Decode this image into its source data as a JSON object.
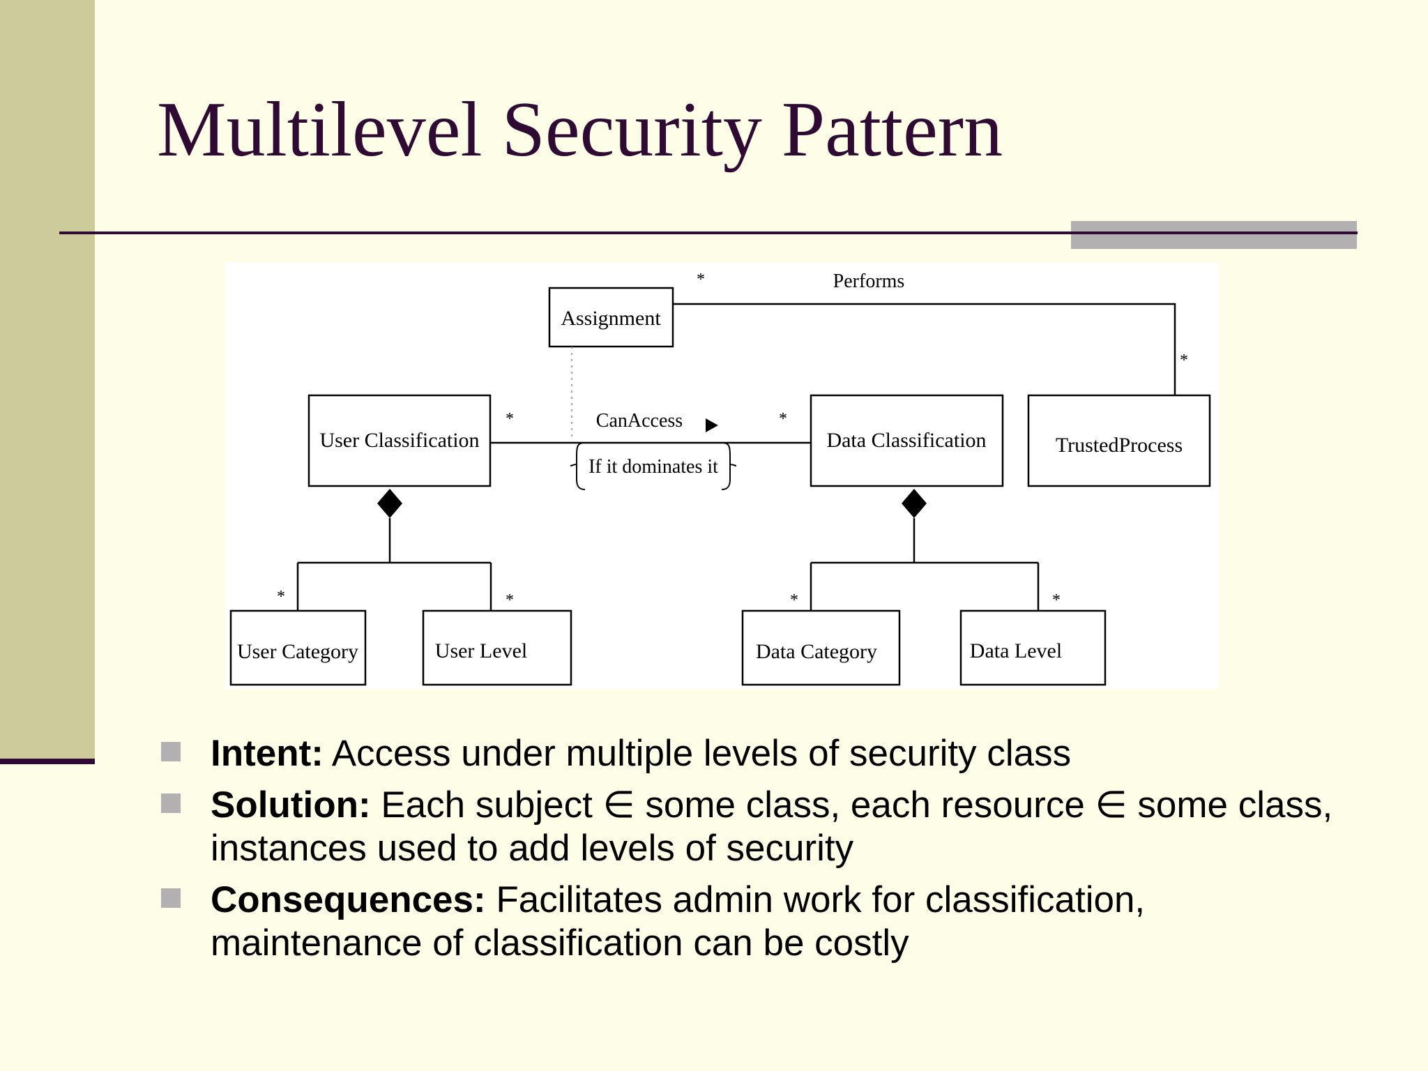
{
  "slide": {
    "title": "Multilevel Security Pattern",
    "colors": {
      "background": "#fefee8",
      "left_band": "#cdcb9b",
      "title_text": "#2f0a33",
      "accent_grey": "#b2b0b0"
    }
  },
  "diagram": {
    "classes": {
      "assignment": "Assignment",
      "user_classification": "User Classification",
      "data_classification": "Data Classification",
      "trusted_process": "TrustedProcess",
      "user_category": "User Category",
      "user_level": "User Level",
      "data_category": "Data Category",
      "data_level": "Data Level"
    },
    "associations": {
      "performs": "Performs",
      "can_access": "CanAccess",
      "constraint": "If it dominates it"
    },
    "multiplicity": "*"
  },
  "bullets": [
    {
      "term": "Intent:",
      "text": " Access under multiple levels of security class"
    },
    {
      "term": "Solution:",
      "text": " Each subject ∈ some class, each resource ∈ some class, instances used to add levels of security"
    },
    {
      "term": "Consequences:",
      "text": " Facilitates admin work for classification, maintenance of classification can be costly"
    }
  ]
}
